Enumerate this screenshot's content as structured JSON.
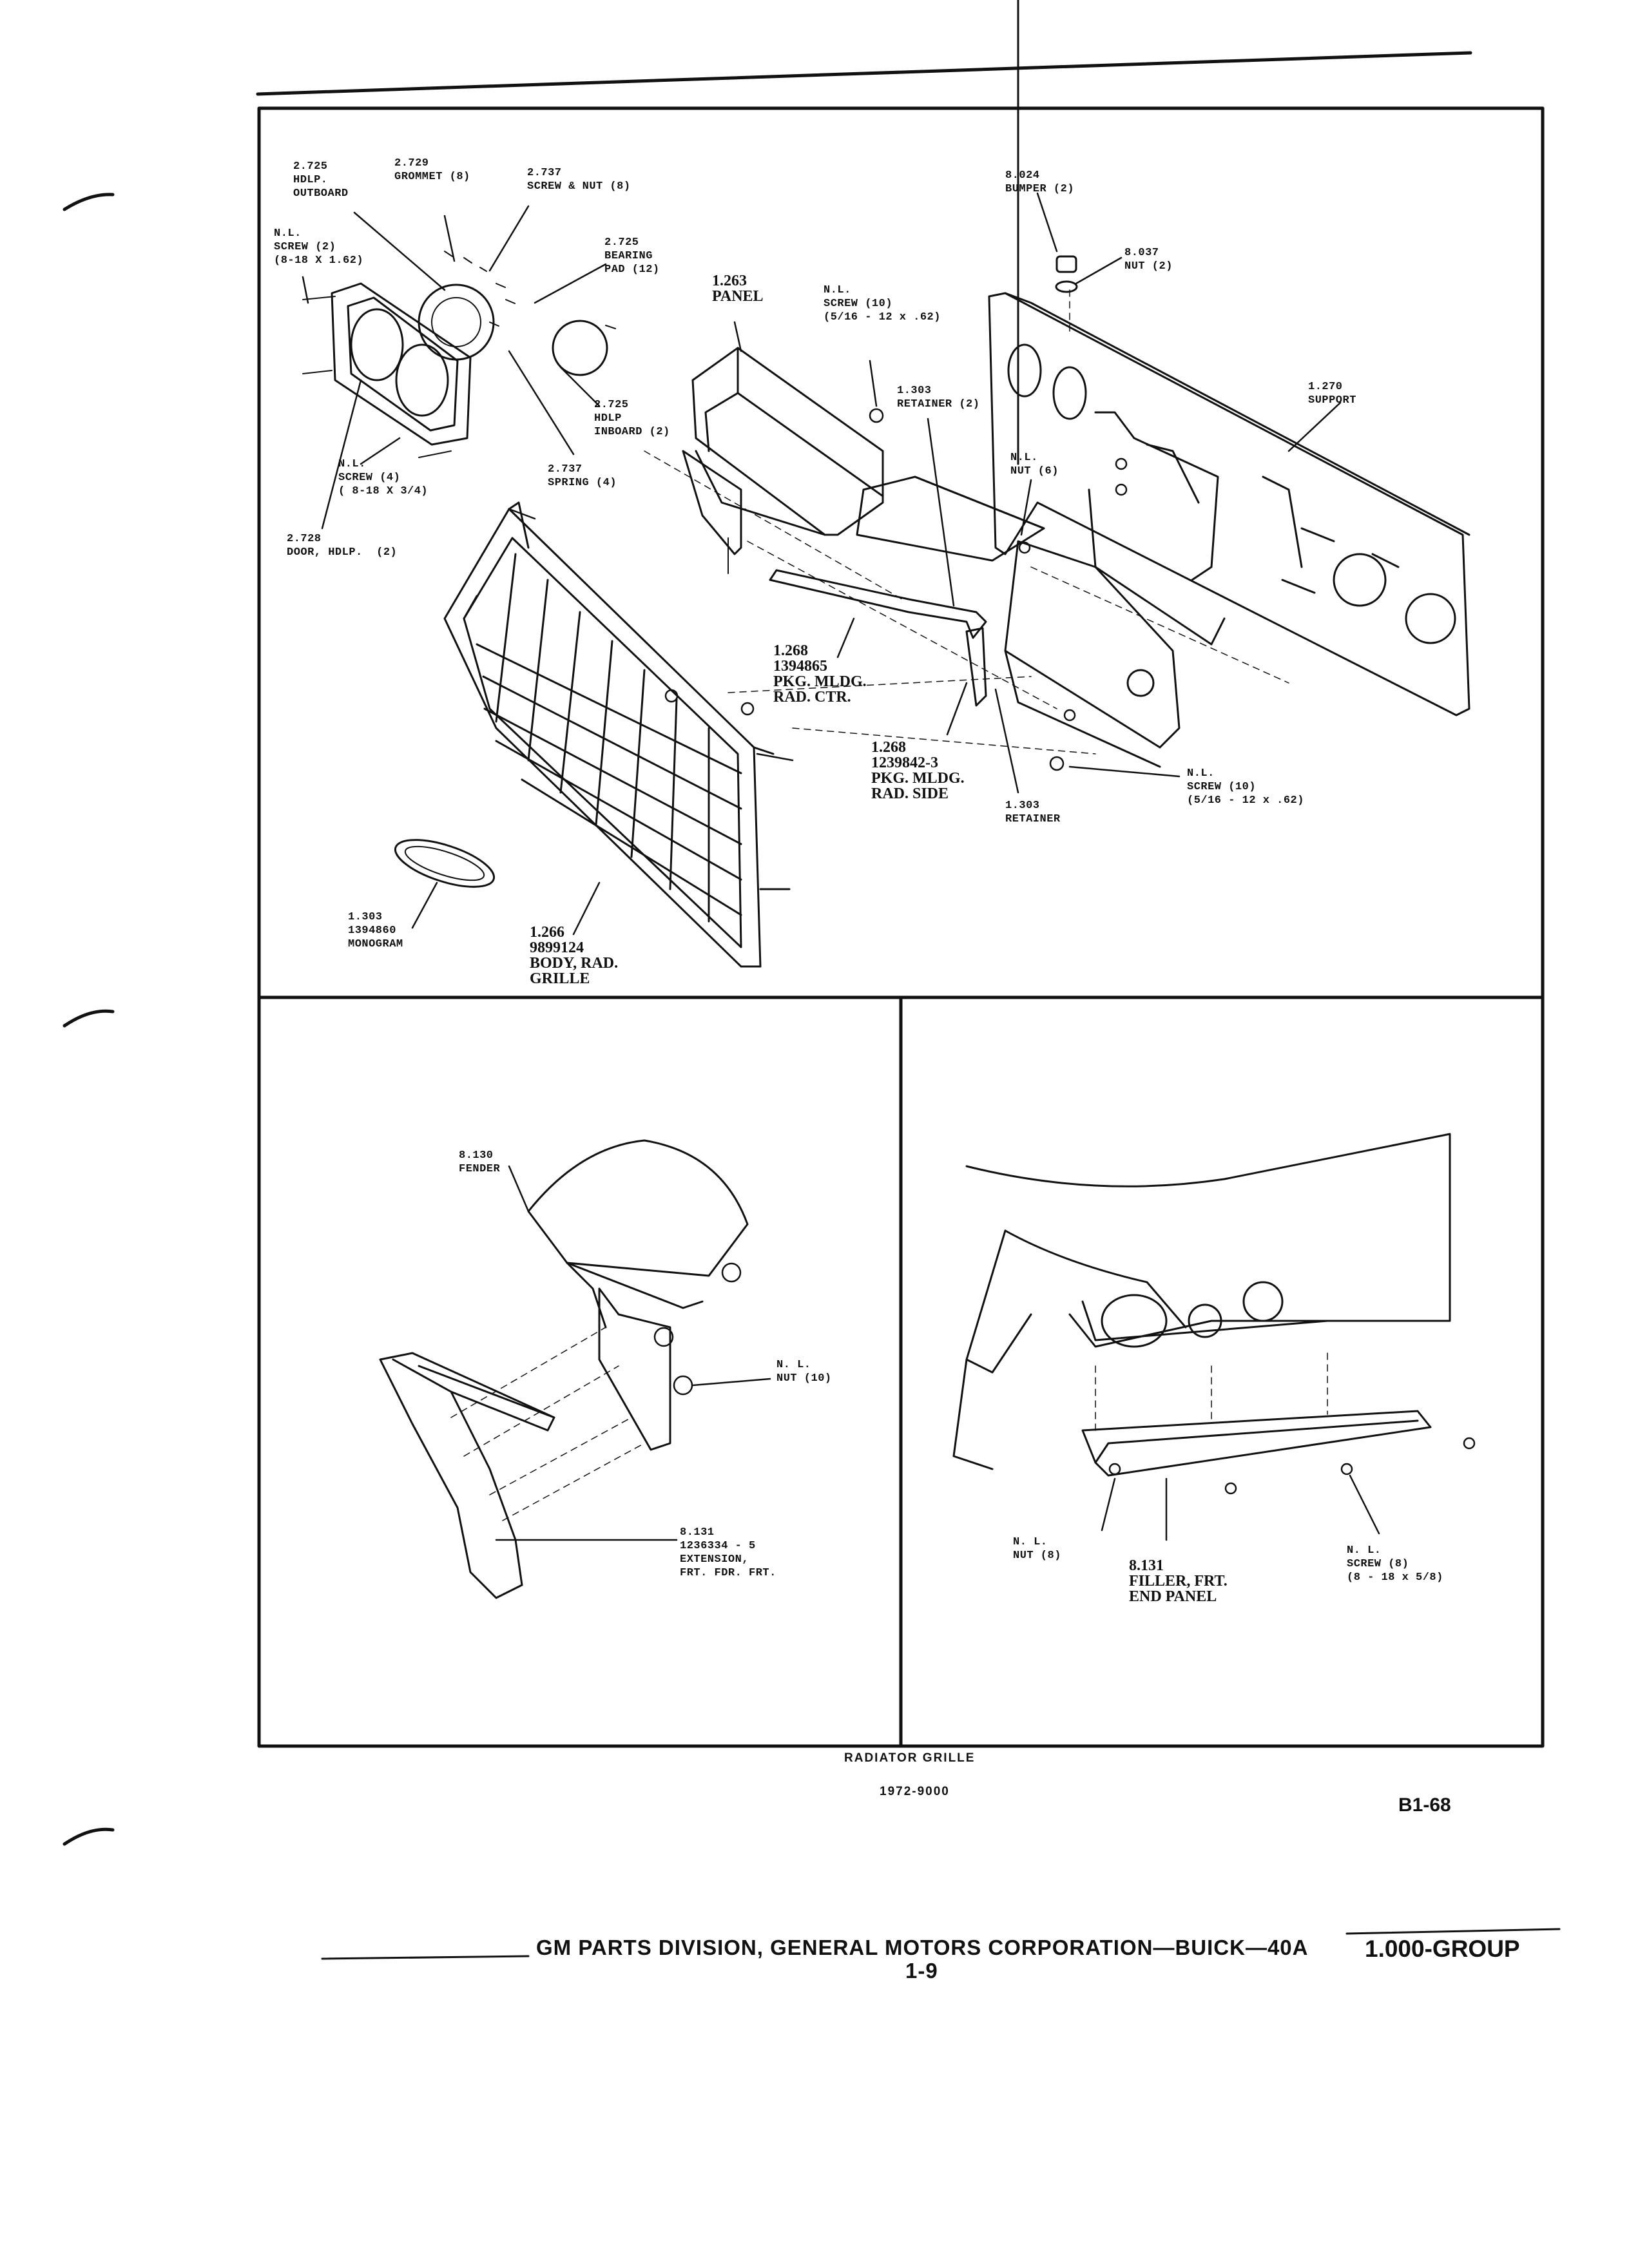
{
  "top_panel_labels": {
    "hdlp_outboard": "2.725\nHDLP.\nOUTBOARD",
    "grommet": "2.729\nGROMMET (8)",
    "screw_nut": "2.737\nSCREW & NUT (8)",
    "bearing_pad": "2.725\nBEARING\nPAD (12)",
    "screw_2": "N.L.\nSCREW (2)\n(8-18 X 1.62)",
    "panel": "1.263\nPANEL",
    "screw_10_top": "N.L.\nSCREW (10)\n(5/16 - 12 x .62)",
    "retainer_2": "1.303\nRETAINER (2)",
    "bumper": "8.024\nBUMPER (2)",
    "nut_2": "8.037\nNUT (2)",
    "support": "1.270\nSUPPORT",
    "nut_6": "N.L.\nNUT (6)",
    "hdlp_inboard": "2.725\nHDLP\nINBOARD (2)",
    "screw_4": "N.L.\nSCREW (4)\n( 8-18 X 3/4)",
    "spring": "2.737\nSPRING (4)",
    "door_hdlp": "2.728\nDOOR, HDLP.  (2)",
    "pkg_mldg_ctr": "1.268\n1394865\nPKG. MLDG.\nRAD. CTR.",
    "pkg_mldg_side": "1.268\n1239842-3\nPKG. MLDG.\nRAD. SIDE",
    "retainer": "1.303\nRETAINER",
    "screw_10_bottom": "N.L.\nSCREW (10)\n(5/16 - 12 x .62)",
    "monogram": "1.303\n1394860\nMONOGRAM",
    "grille_body": "1.266\n9899124\nBODY, RAD.\nGRILLE"
  },
  "left_panel_labels": {
    "fender": "8.130\nFENDER",
    "nut_10": "N. L.\nNUT (10)",
    "extension": "8.131\n1236334 - 5\nEXTENSION,\nFRT. FDR. FRT."
  },
  "right_panel_labels": {
    "nut_8": "N. L.\nNUT (8)",
    "filler": "8.131\nFILLER, FRT.\nEND PANEL",
    "screw_8": "N. L.\nSCREW (8)\n(8 - 18 x 5/8)"
  },
  "caption": {
    "title": "RADIATOR GRILLE",
    "code": "1972-9000"
  },
  "page_code": "B1-68",
  "footer": {
    "publisher": "GM PARTS DIVISION, GENERAL MOTORS CORPORATION—BUICK—40A",
    "page": "1-9",
    "group": "1.000-GROUP"
  }
}
